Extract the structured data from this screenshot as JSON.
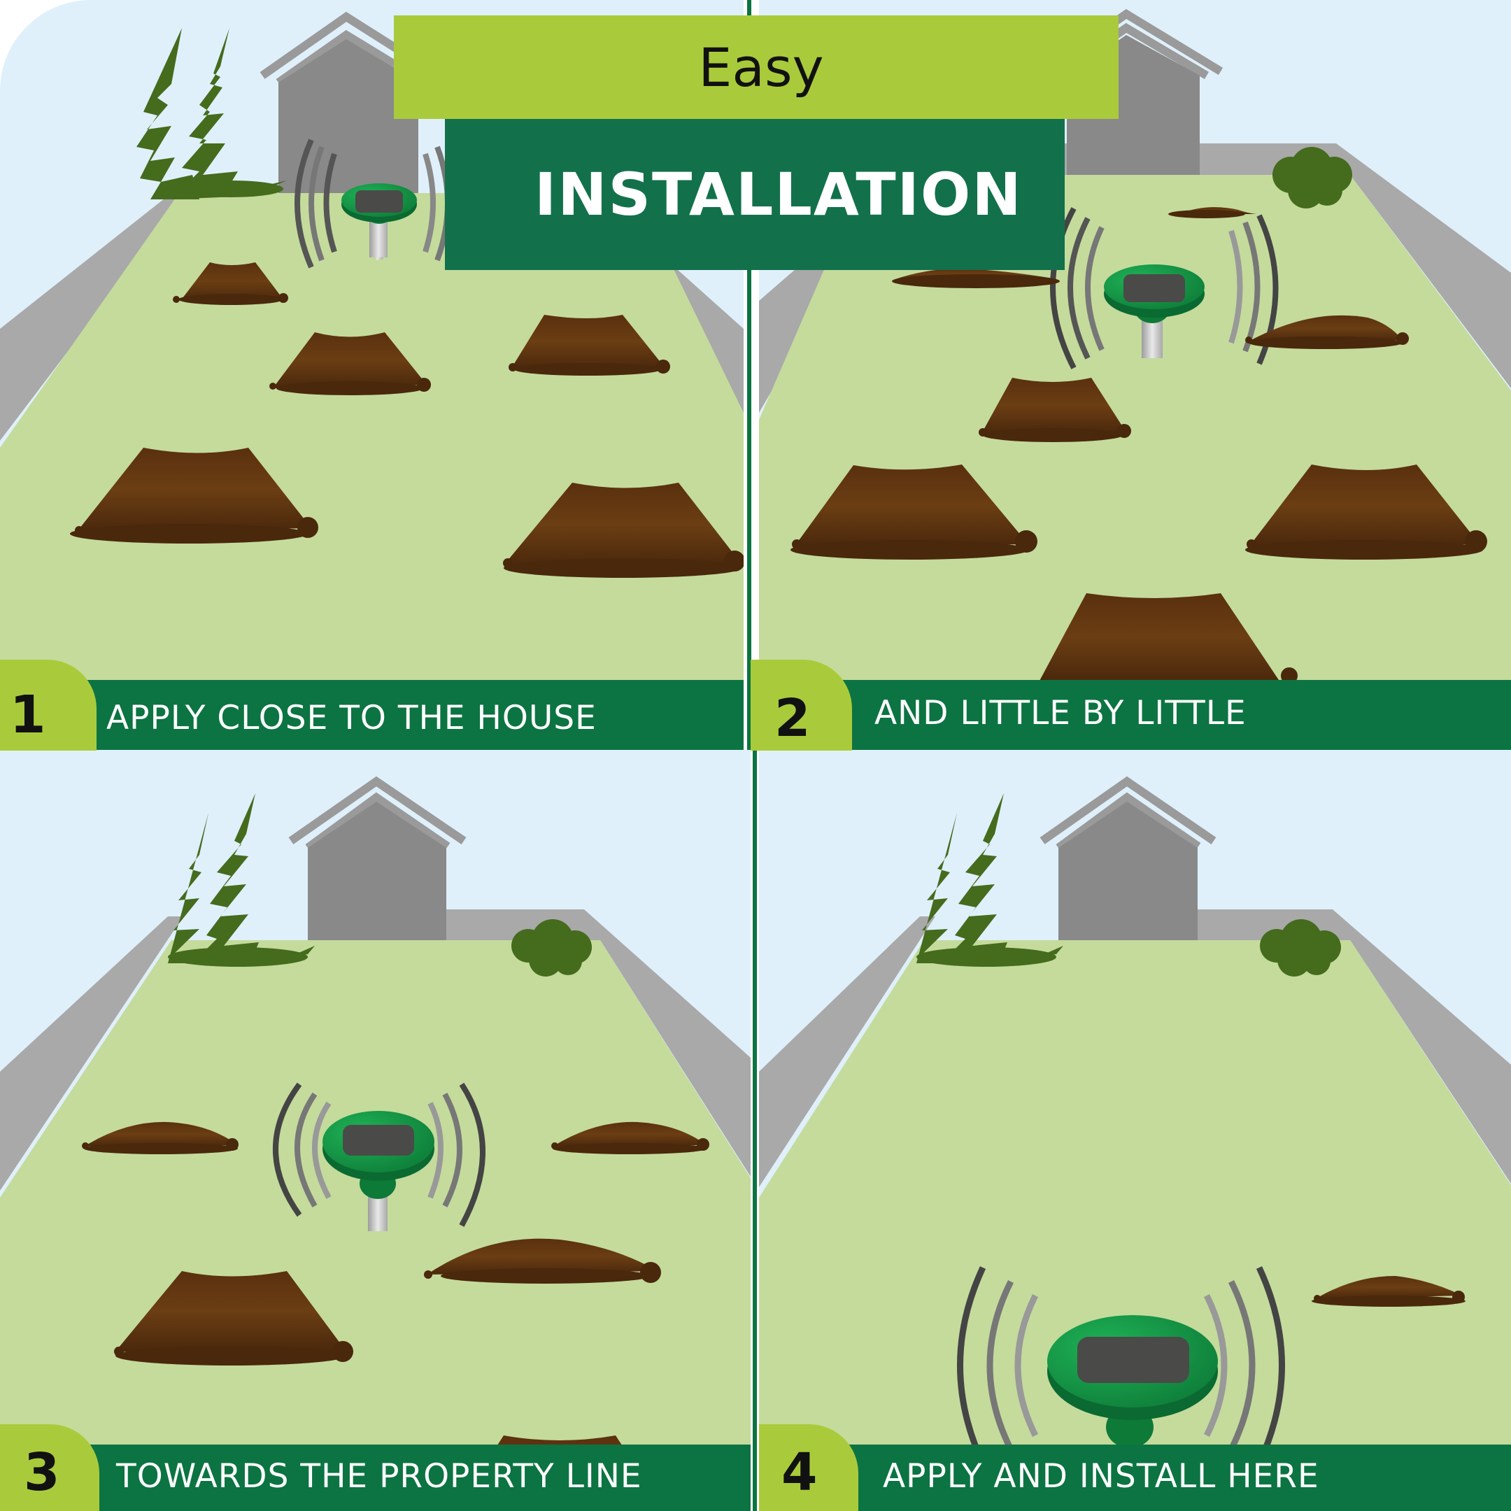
{
  "title": {
    "easy": "Easy",
    "installation": "INSTALLATION"
  },
  "colors": {
    "sky": "#dff0fb",
    "lawn": "#c4db9c",
    "wall": "#a9a9a9",
    "house": "#898989",
    "soil": "#6a3a12",
    "tree": "#456b1d",
    "device_green": "#12a04b",
    "bar_green": "#0c7442",
    "badge_green": "#a9cb3b"
  },
  "steps": [
    {
      "number": "1",
      "text": "APPLY CLOSE TO THE HOUSE"
    },
    {
      "number": "2",
      "text": "AND LITTLE BY LITTLE"
    },
    {
      "number": "3",
      "text": "TOWARDS THE PROPERTY LINE"
    },
    {
      "number": "4",
      "text": "APPLY AND INSTALL HERE"
    }
  ]
}
